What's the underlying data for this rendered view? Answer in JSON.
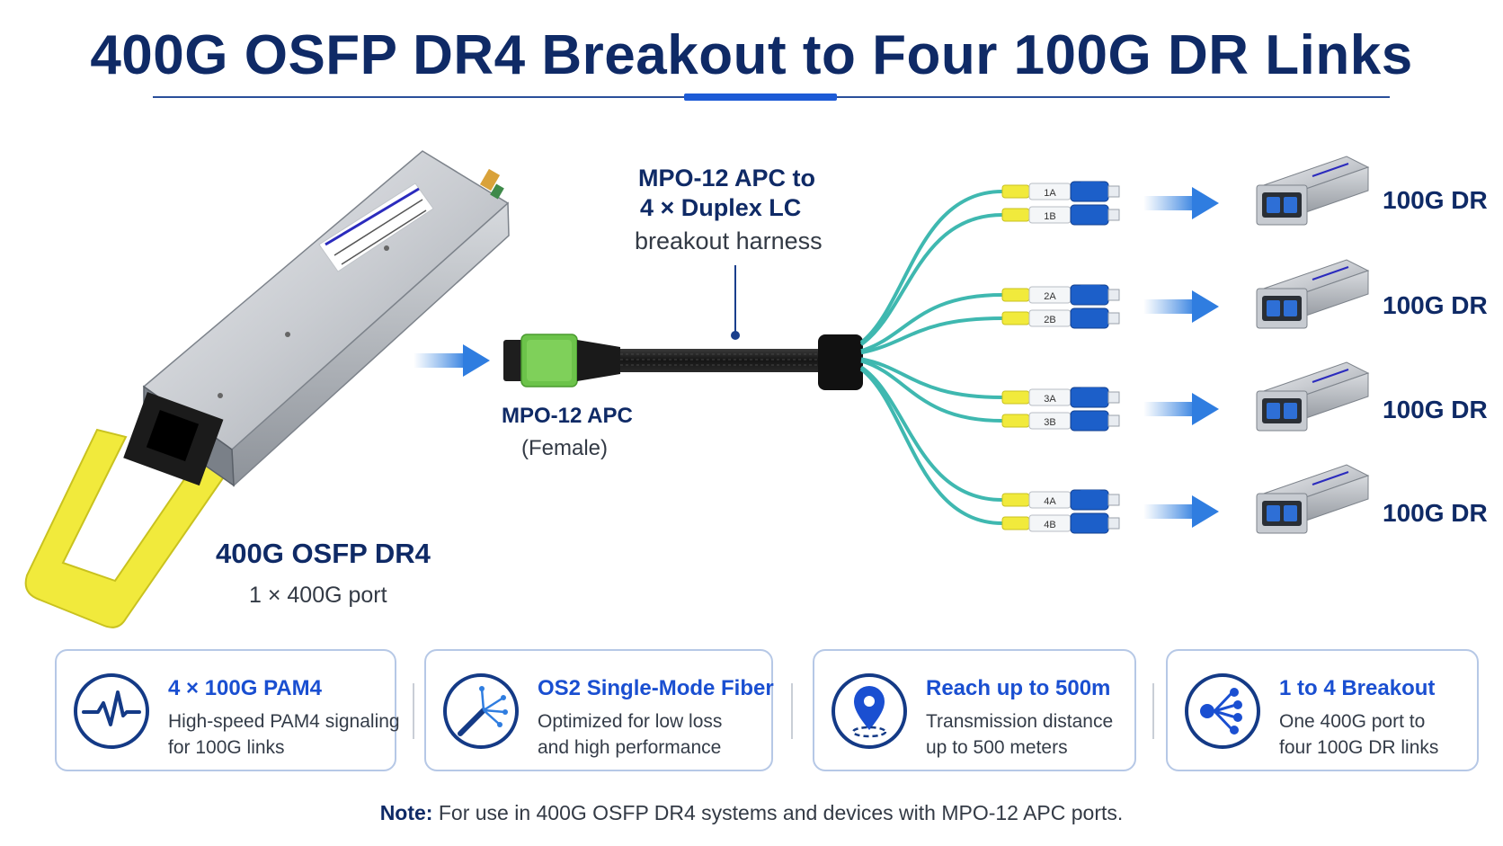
{
  "title": "400G OSFP DR4 Breakout to Four 100G DR Links",
  "osfp": {
    "name": "400G OSFP DR4",
    "subtitle": "1 × 400G port"
  },
  "mpo": {
    "name": "MPO-12 APC",
    "subtitle": "(Female)"
  },
  "harness": {
    "line1": "MPO-12 APC to",
    "line2": "4 × Duplex LC",
    "line3": "breakout harness"
  },
  "lc_labels": [
    "1A",
    "1B",
    "2A",
    "2B",
    "3A",
    "3B",
    "4A",
    "4B"
  ],
  "dr_modules": [
    {
      "label": "100G DR"
    },
    {
      "label": "100G DR"
    },
    {
      "label": "100G DR"
    },
    {
      "label": "100G DR"
    }
  ],
  "features": [
    {
      "icon": "pulse-wave-icon",
      "title": "4 × 100G PAM4",
      "line1": "High-speed PAM4 signaling",
      "line2": "for 100G links"
    },
    {
      "icon": "fiber-optic-icon",
      "title": "OS2 Single-Mode Fiber",
      "line1": "Optimized for low loss",
      "line2": "and high performance"
    },
    {
      "icon": "location-pin-icon",
      "title": "Reach up to 500m",
      "line1": "Transmission distance",
      "line2": "up to 500 meters"
    },
    {
      "icon": "breakout-network-icon",
      "title": "1 to 4 Breakout",
      "line1": "One 400G port to",
      "line2": "four 100G DR links"
    }
  ],
  "note": {
    "prefix": "Note:",
    "text": " For use in 400G OSFP DR4 systems and devices with MPO-12 APC ports."
  },
  "colors": {
    "title": "#0f2a66",
    "accent_blue": "#1d5bd6",
    "fiber_aqua": "#3fb8b0",
    "lc_blue": "#1c5fc9",
    "pull_tab_yellow": "#f1ea3c",
    "mpo_green": "#6cc34a"
  }
}
